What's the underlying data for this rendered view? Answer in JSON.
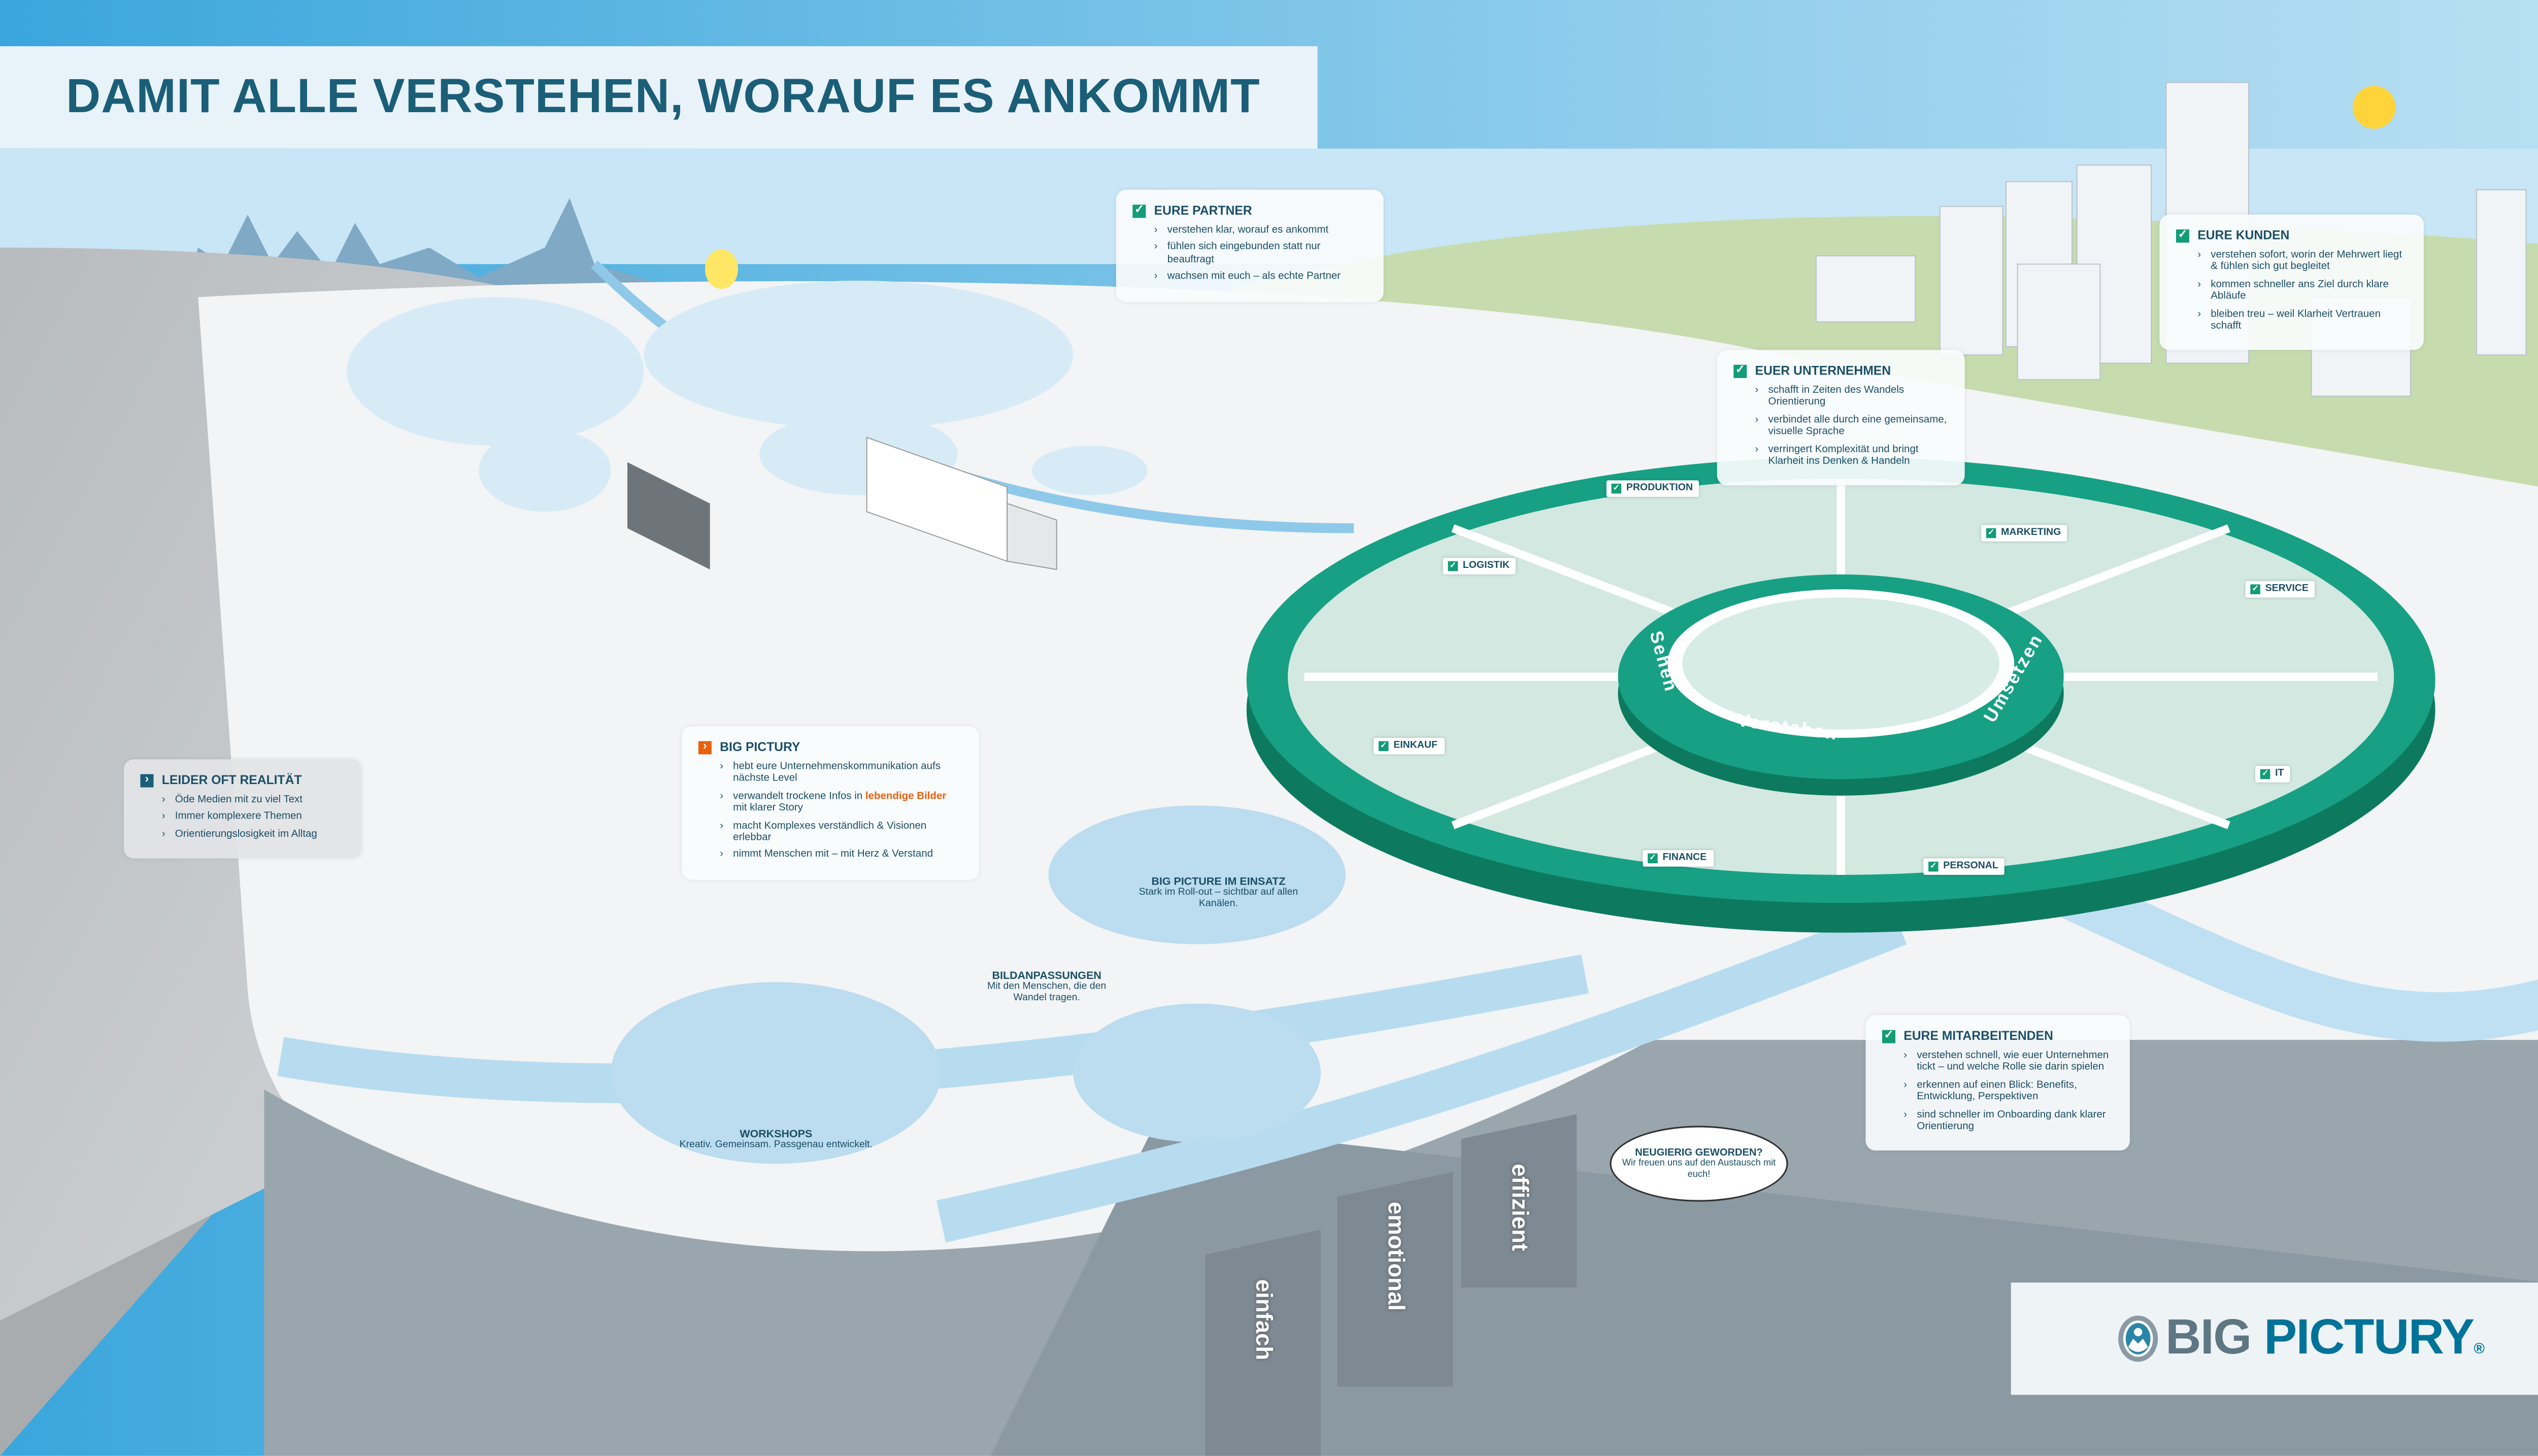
{
  "title": "DAMIT ALLE VERSTEHEN, WORAUF ES ANKOMMT",
  "colors": {
    "title": "#1b5e78",
    "accent_green": "#129c78",
    "accent_orange": "#e8610f",
    "ring": "#14967a",
    "sky": "#a9d4ee"
  },
  "partner": {
    "heading": "EURE PARTNER",
    "icon": "checkbox-icon",
    "items": [
      "verstehen klar, worauf es ankommt",
      "fühlen sich eingebunden statt nur beauftragt",
      "wachsen mit euch – als echte Partner"
    ]
  },
  "kunden": {
    "heading": "EURE KUNDEN",
    "icon": "checkbox-icon",
    "items": [
      "verstehen sofort, worin der Mehrwert liegt & fühlen sich gut begleitet",
      "kommen schneller ans Ziel durch klare Abläufe",
      "bleiben treu – weil Klarheit Vertrauen schafft"
    ]
  },
  "unternehmen": {
    "heading": "EUER UNTERNEHMEN",
    "icon": "checkbox-icon",
    "items": [
      "schafft in Zeiten des Wandels Orientierung",
      "verbindet alle durch eine gemeinsame, visuelle Sprache",
      "verringert Komplexität und bringt Klarheit ins Denken & Handeln"
    ]
  },
  "realitaet": {
    "heading": "LEIDER OFT REALITÄT",
    "icon": "chevron-right-icon",
    "items": [
      "Öde Medien mit zu viel Text",
      "Immer komplexere Themen",
      "Orientierungslosigkeit im Alltag"
    ]
  },
  "bigpictury": {
    "heading": "BIG PICTURY",
    "icon": "chevron-right-icon",
    "item1": "hebt eure Unternehmenskommunikation aufs nächste Level",
    "item2_pre": "verwandelt trockene Infos in",
    "item2_highlight": "lebendige Bilder",
    "item2_post": "mit klarer Story",
    "item3": "macht Komplexes verständlich & Visionen erlebbar",
    "item4": "nimmt Menschen mit – mit Herz & Verstand"
  },
  "mitarbeitende": {
    "heading": "EURE MITARBEITENDEN",
    "icon": "checkbox-icon",
    "items": [
      "verstehen schnell, wie euer Unternehmen tickt – und welche Rolle sie darin spielen",
      "erkennen auf einen Blick: Benefits, Entwicklung, Perspektiven",
      "sind schneller im Onboarding dank klarer Orientierung"
    ]
  },
  "einsatz": {
    "heading": "BIG PICTURE IM EINSATZ",
    "text": "Stark im Roll-out – sichtbar auf allen Kanälen."
  },
  "bildanpassungen": {
    "heading": "BILDANPASSUNGEN",
    "text": "Mit den Menschen, die den Wandel tragen."
  },
  "workshops": {
    "heading": "WORKSHOPS",
    "text": "Kreativ. Gemeinsam. Passgenau entwickelt."
  },
  "contact": {
    "heading": "NEUGIERIG GEWORDEN?",
    "text": "Wir freuen uns auf den Austausch mit euch!"
  },
  "departments": [
    "PRODUKTION",
    "LOGISTIK",
    "MARKETING",
    "SERVICE",
    "EINKAUF",
    "IT",
    "FINANCE",
    "PERSONAL"
  ],
  "cycle": [
    "Sehen",
    "Verstehen",
    "Umsetzen"
  ],
  "pillars": [
    "einfach",
    "emotional",
    "effizient"
  ],
  "logo": {
    "part1": "BIG",
    "part2": "PICTURY",
    "mark": "®"
  }
}
